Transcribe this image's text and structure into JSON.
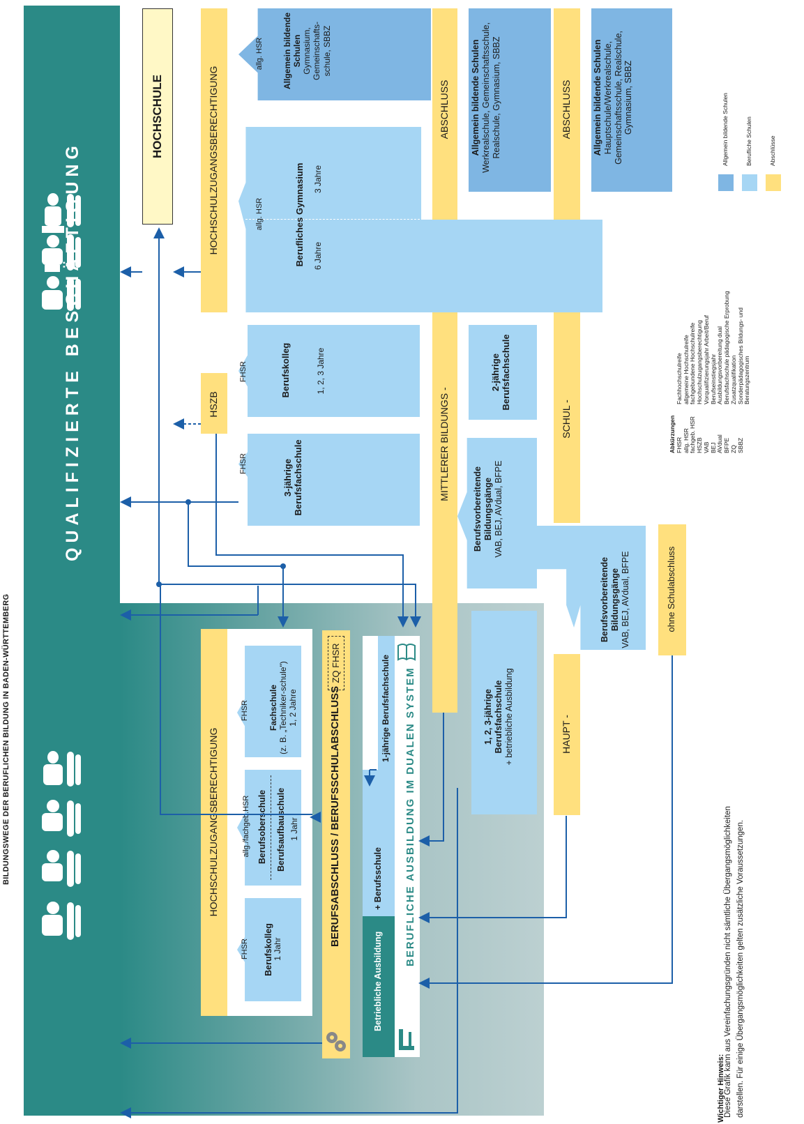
{
  "page_title": "BILDUNGSWEGE DER BERUFLICHEN BILDUNG IN BADEN-WÜRTTEMBERG",
  "banner_title": "QUALIFIZIERTE BESCHÄFTIGUNG",
  "hochschule": "HOCHSCHULE",
  "hzb_top": "HOCHSCHULZUGANGSBERECHTIGUNG",
  "hszb": "HSZB",
  "hzb_bottom": "HOCHSCHULZUGANGSBERECHTIGUNG",
  "berufsabschluss": "BERUFSABSCHLUSS / BERUFSSCHULABSCHLUSS",
  "zq_fhsr": "ZQ FHSR",
  "duales_system": "BERUFLICHE AUSBILDUNG IM DUALEN SYSTEM",
  "betrieblich_a": "Betriebliche Ausbildung",
  "betrieblich_b": "+ Berufsschule",
  "einjaehrige_bfs": "1-jährige Berufsfachschule",
  "abschluss1": "ABSCHLUSS",
  "abschluss2": "ABSCHLUSS",
  "mittlerer": "MITTLERER BILDUNGS -",
  "schul": "SCHUL -",
  "haupt": "HAUPT -",
  "ohne": "ohne Schulabschluss",
  "boxes": {
    "abs_top_label": "allg. HSR",
    "abs_top_bold": "Allgemein bildende Schulen",
    "abs_top_text": "Gymnasium, Gemeinschafts-schule, SBBZ",
    "bg_title": "Berufliches Gymnasium",
    "bg_label": "allg. HSR",
    "bg_3j": "3 Jahre",
    "bg_6j": "6 Jahre",
    "bk_label": "FHSR",
    "bk_title": "Berufskolleg",
    "bk_years": "1, 2, 3 Jahre",
    "bfs3_label": "FHSR",
    "bfs3_title": "3-jährige Berufsfachschule",
    "bfs2_title": "2-jährige Berufsfachschule",
    "abs_mid_bold": "Allgemein bildende Schulen",
    "abs_mid_text": "Werkrealschule, Gemeinschaftsschule, Realschule, Gymnasium, SBBZ",
    "abs_right_bold": "Allgemein bildende Schulen",
    "abs_right_text": "Hauptschule/Werkrealschule, Gemeinschaftsschule, Realschule, Gymnasium, SBBZ",
    "bvb1_title": "Berufsvorbereitende Bildungsgänge",
    "bvb1_text": "VAB, BEJ, AVdual, BFPE",
    "bvb2_title": "Berufsvorbereitende Bildungsgänge",
    "bvb2_text": "VAB, BEJ, AVdual, BFPE",
    "fs_label": "FHSR",
    "fs_title": "Fachschule",
    "fs_text": "(z. B. „Techniker-schule\") 1, 2 Jahre",
    "bos_label": "allg./fachgeb.HSR",
    "bos_title": "Berufsoberschule",
    "bas_title": "Berufsaufbauschule",
    "bas_years": "1 Jahr",
    "bk1_label": "FHSR",
    "bk1_title": "Berufskolleg",
    "bk1_years": "1 Jahr",
    "bfs123_title": "1, 2, 3-jährige Berufsfachschule",
    "bfs123_text": "+ betriebliche Ausbildung"
  },
  "abbrev": {
    "title": "Abkürzungen",
    "items": [
      {
        "k": "FHSR",
        "v": "Fachhochschulreife"
      },
      {
        "k": "allg. HSR",
        "v": "allgemeine Hochschulreife"
      },
      {
        "k": "fachgeb. HSR",
        "v": "fachgebundene Hochschulreife"
      },
      {
        "k": "HSZB",
        "v": "Hochschulzugangsberechtigung"
      },
      {
        "k": "VAB",
        "v": "Vorqualifizierungsjahr Arbeit/Beruf"
      },
      {
        "k": "BEJ",
        "v": "Berufseinstiegsjahr"
      },
      {
        "k": "AVdual",
        "v": "Ausbildungsvorbereitung dual"
      },
      {
        "k": "BFPE",
        "v": "Berufsfachschule pädagogische Erprobung"
      },
      {
        "k": "ZQ",
        "v": "Zusatzqualifikation"
      },
      {
        "k": "SBBZ",
        "v": "Sonderpädagogisches Bildungs- und Beratungszentrum"
      }
    ]
  },
  "legend": [
    {
      "label": "Allgemein bildende Schulen",
      "color": "#7fb6e3"
    },
    {
      "label": "Berufliche Schulen",
      "color": "#a6d6f4"
    },
    {
      "label": "Abschlüsse",
      "color": "#ffe07e"
    }
  ],
  "hinweis_title": "Wichtiger Hinweis:",
  "hinweis_1": "Diese Grafik kann aus Vereinfachungsgründen nicht sämtliche Übergangsmöglichkeiten",
  "hinweis_2": "darstellen. Für einige Übergangsmöglichkeiten gelten zusätzliche Voraussetzungen."
}
